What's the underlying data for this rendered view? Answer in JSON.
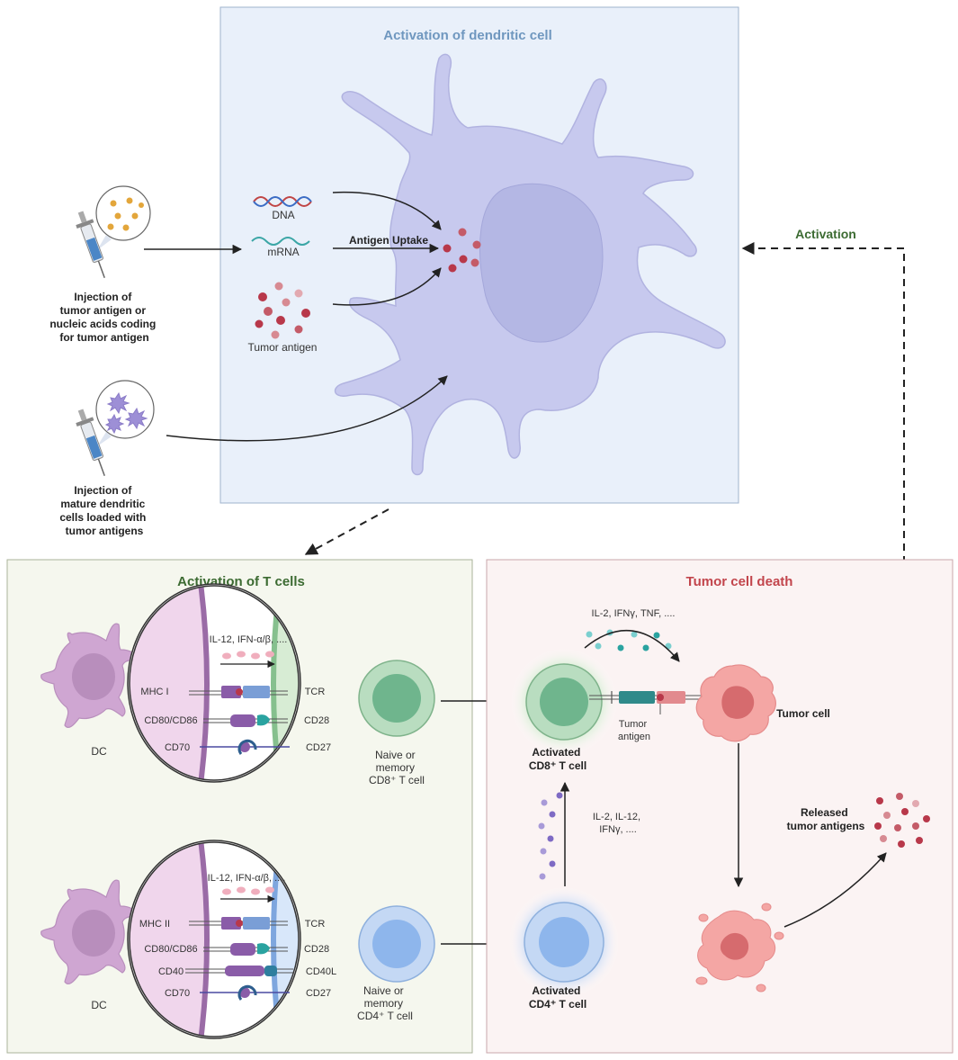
{
  "colors": {
    "panel_dc": "#e9f0fa",
    "panel_tcell": "#f5f7ee",
    "panel_tumor": "#fbf3f3",
    "title_dc": "#6f97bf",
    "title_tcell": "#3c6b32",
    "title_tumor": "#c2454c",
    "activation_label": "#3c6b32",
    "dc_cell": "#c7c9ee",
    "antigen": "#b8384a",
    "cd8": "#6fb58d",
    "cd4": "#8eb6ec",
    "tumor": "#f4a6a4",
    "dc_pink": "#cfa6d2"
  },
  "panels": {
    "dc": {
      "title": "Activation of dendritic cell"
    },
    "tcell": {
      "title": "Activation of T cells"
    },
    "tumor": {
      "title": "Tumor cell death"
    }
  },
  "labels": {
    "dna": "DNA",
    "mrna": "mRNA",
    "antigen_uptake": "Antigen Uptake",
    "tumor_antigen": "Tumor antigen",
    "injection1": [
      "Injection of",
      "tumor antigen or",
      "nucleic acids coding",
      "for tumor antigen"
    ],
    "injection2": [
      "Injection of",
      "mature dendritic",
      "cells loaded with",
      "tumor antigens"
    ],
    "activation": "Activation"
  },
  "synapse_cd8": {
    "cytokines": "IL-12,  IFN-α/β, ....",
    "dc_side": [
      "MHC I",
      "CD80/CD86",
      "CD70"
    ],
    "t_side": [
      "TCR",
      "CD28",
      "CD27"
    ],
    "dc_label": "DC",
    "t_label": [
      "Naive or",
      "memory",
      "CD8⁺ T cell"
    ]
  },
  "synapse_cd4": {
    "cytokines": "IL-12,  IFN-α/β, ....",
    "dc_side": [
      "MHC II",
      "CD80/CD86",
      "CD40",
      "CD70"
    ],
    "t_side": [
      "TCR",
      "CD28",
      "CD40L",
      "CD27"
    ],
    "dc_label": "DC",
    "t_label": [
      "Naive or",
      "memory",
      "CD4⁺ T cell"
    ]
  },
  "tumor_panel": {
    "cytokines_top": "IL-2, IFNγ, TNF, ....",
    "cytokines_side": [
      "IL-2, IL-12,",
      "IFNγ, ...."
    ],
    "activated_cd8": [
      "Activated",
      "CD8⁺ T cell"
    ],
    "activated_cd4": [
      "Activated",
      "CD4⁺ T cell"
    ],
    "tumor_antigen": [
      "Tumor",
      "antigen"
    ],
    "tumor_cell": "Tumor cell",
    "released": [
      "Released",
      "tumor antigens"
    ]
  },
  "icons": [
    "syringe-icon",
    "dna-helix-icon",
    "mrna-strand-icon",
    "dendritic-cell-icon",
    "t-cell-icon",
    "tumor-cell-icon"
  ]
}
